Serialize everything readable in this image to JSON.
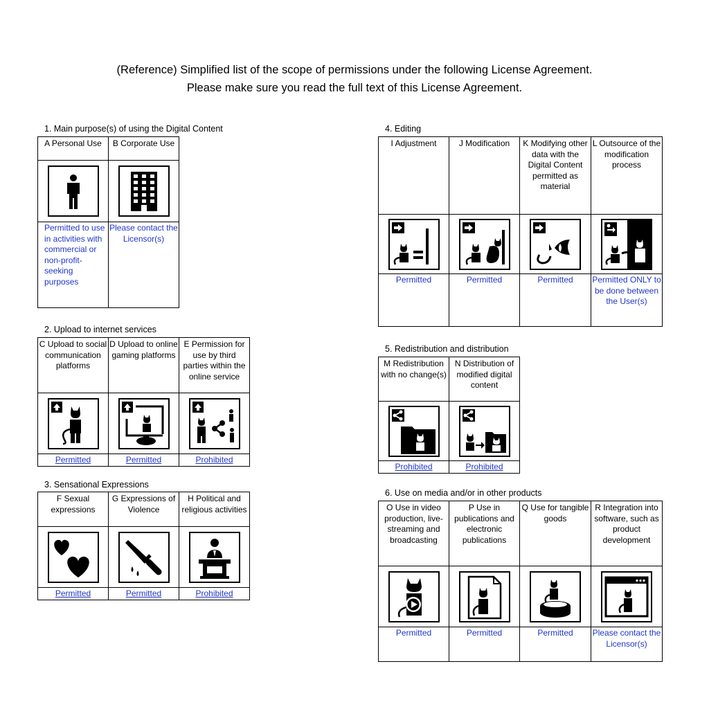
{
  "header": {
    "line1": "(Reference) Simplified list of the scope of permissions under the following License Agreement.",
    "line2": "Please make sure you read the full text of this License Agreement."
  },
  "sections": {
    "s1": {
      "title": "1. Main purpose(s) of using the Digital Content",
      "items": [
        {
          "label": "A Personal Use",
          "status": "Permitted to use in activities with commercial or non-profit-seeking purposes",
          "icon": "person-icon"
        },
        {
          "label": "B Corporate Use",
          "status": "Please contact the Licensor(s)",
          "icon": "building-icon"
        }
      ]
    },
    "s2": {
      "title": "2. Upload to internet services",
      "items": [
        {
          "label": "C Upload to social communication platforms",
          "status": "Permitted",
          "icon": "upload-social-icon"
        },
        {
          "label": "D Upload to online gaming platforms",
          "status": "Permitted",
          "icon": "upload-gaming-icon"
        },
        {
          "label": "E Permission for use by third parties within the online service",
          "status": "Prohibited",
          "icon": "third-party-icon"
        }
      ]
    },
    "s3": {
      "title": "3. Sensational Expressions",
      "items": [
        {
          "label": "F Sexual expressions",
          "status": "Permitted",
          "icon": "hearts-icon"
        },
        {
          "label": "G Expressions of Violence",
          "status": "Permitted",
          "icon": "knife-icon"
        },
        {
          "label": "H Political and religious activities",
          "status": "Prohibited",
          "icon": "podium-icon"
        }
      ]
    },
    "s4": {
      "title": "4. Editing",
      "items": [
        {
          "label": "I Adjustment",
          "status": "Permitted",
          "icon": "adjustment-icon"
        },
        {
          "label": "J Modification",
          "status": "Permitted",
          "icon": "modification-icon"
        },
        {
          "label": "K Modifying other data with the Digital Content permitted as material",
          "status": "Permitted",
          "icon": "material-icon"
        },
        {
          "label": "L Outsource of the modification process",
          "status": "Permitted ONLY to be done between the User(s)",
          "icon": "outsource-icon"
        }
      ]
    },
    "s5": {
      "title": "5. Redistribution and distribution",
      "items": [
        {
          "label": "M Redistribution with no change(s)",
          "status": "Prohibited",
          "icon": "share-folder-icon"
        },
        {
          "label": "N Distribution of modified digital content",
          "status": "Prohibited",
          "icon": "share-modified-icon"
        }
      ]
    },
    "s6": {
      "title": "6. Use on media and/or in other products",
      "items": [
        {
          "label": "O Use in video production, live-streaming and broadcasting",
          "status": "Permitted",
          "icon": "video-icon"
        },
        {
          "label": "P Use in publications and electronic publications",
          "status": "Permitted",
          "icon": "publication-icon"
        },
        {
          "label": "Q Use for tangible goods",
          "status": "Permitted",
          "icon": "goods-icon"
        },
        {
          "label": "R Integration into software, such as product development",
          "status": "Please contact the Licensor(s)",
          "icon": "software-icon"
        }
      ]
    }
  }
}
